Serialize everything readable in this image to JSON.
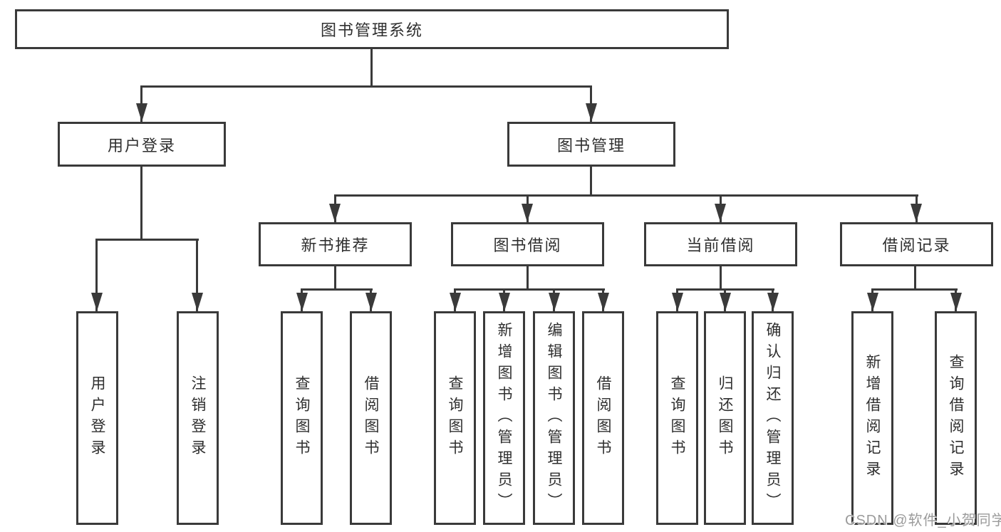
{
  "tree": {
    "root": "图书管理系统",
    "children": [
      {
        "label": "用户登录",
        "children": [
          "用户登录",
          "注销登录"
        ]
      },
      {
        "label": "图书管理",
        "children": [
          {
            "label": "新书推荐",
            "children": [
              "查询图书",
              "借阅图书"
            ]
          },
          {
            "label": "图书借阅",
            "children": [
              "查询图书",
              "新增图书（管理员）",
              "编辑图书（管理员）",
              "借阅图书"
            ]
          },
          {
            "label": "当前借阅",
            "children": [
              "查询图书",
              "归还图书",
              "确认归还（管理员）"
            ]
          },
          {
            "label": "借阅记录",
            "children": [
              "新增借阅记录",
              "查询借阅记录"
            ]
          }
        ]
      }
    ]
  },
  "watermark": {
    "text": "CSDN @软件_小贺同学"
  },
  "colors": {
    "line": "#3a3a3a",
    "box_border": "#3a3a3a",
    "text": "#2f2f2f",
    "background": "#ffffff",
    "watermark": "#9b9b9b"
  }
}
